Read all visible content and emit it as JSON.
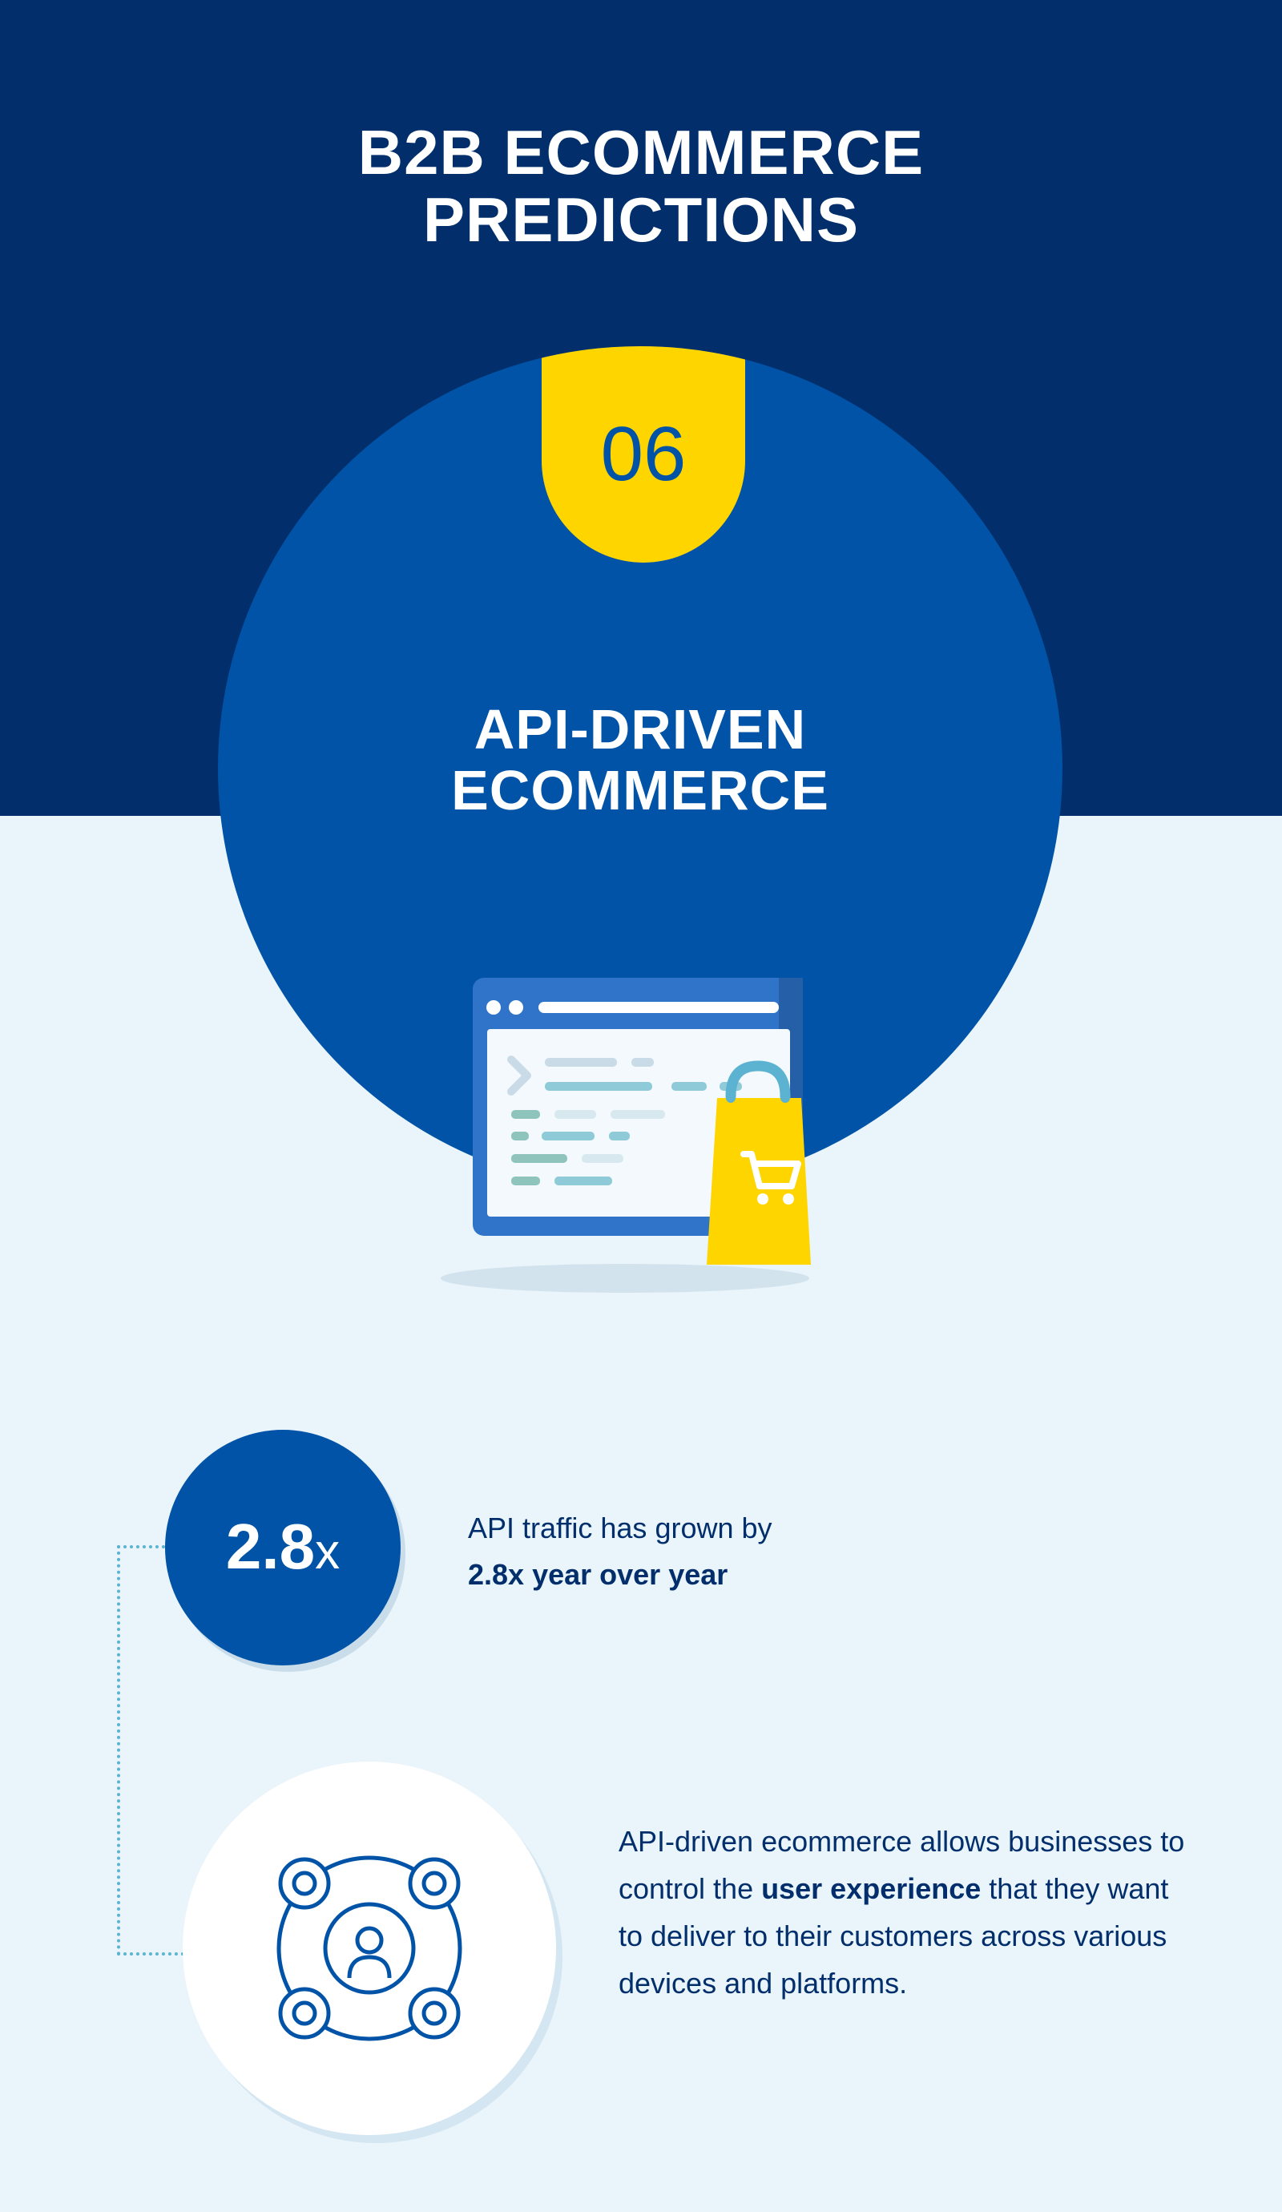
{
  "header": {
    "title_line1": "B2B ECOMMERCE",
    "title_line2": "PREDICTIONS"
  },
  "prediction": {
    "number": "06",
    "title_line1": "API-DRIVEN",
    "title_line2": "ECOMMERCE",
    "illustration_icons": [
      "browser-code-window-icon",
      "shopping-bag-cart-icon"
    ]
  },
  "stat": {
    "value": "2.8",
    "unit": "x",
    "text_plain": "API traffic has grown by",
    "text_bold": "2.8x year over year"
  },
  "description": {
    "icon": "user-network-icon",
    "part1": "API-driven ecommerce allows businesses to control the ",
    "bold": "user experience",
    "part2": " that they want to deliver to their customers across various devices and platforms."
  },
  "colors": {
    "navy": "#022f6b",
    "blue": "#0053a6",
    "yellow": "#ffd500",
    "light_bg": "#e9f4fb"
  }
}
